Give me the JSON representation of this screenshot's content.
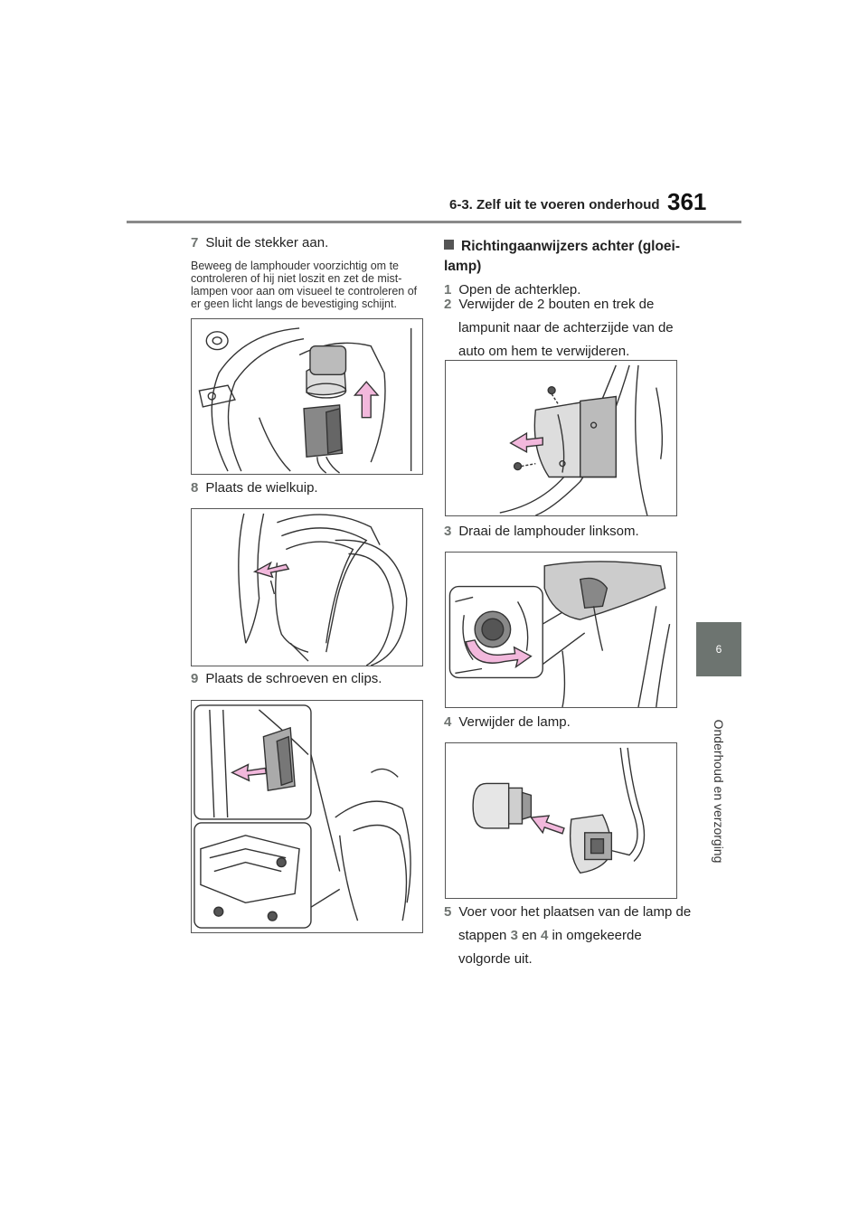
{
  "header": {
    "section": "6-3. Zelf uit te voeren onderhoud",
    "page_number": "361"
  },
  "side": {
    "chapter_number": "6",
    "chapter_title": "Onderhoud en verzorging"
  },
  "left": {
    "step7": {
      "num": "7",
      "text": "Sluit de stekker aan."
    },
    "note": "Beweeg de lamphouder voorzichtig om te controleren of hij niet loszit en zet de mist-lampen voor aan om visueel te controleren of er geen licht langs de bevestiging schijnt.",
    "step8": {
      "num": "8",
      "text": "Plaats de wielkuip."
    },
    "step9": {
      "num": "9",
      "text": "Plaats de schroeven en clips."
    }
  },
  "right": {
    "heading": "Richtingaanwijzers achter (gloei-lamp)",
    "step1": {
      "num": "1",
      "text": "Open de achterklep."
    },
    "step2": {
      "num": "2",
      "text": "Verwijder de 2 bouten en trek de lampunit naar de achterzijde van de auto om hem te verwijderen."
    },
    "step3": {
      "num": "3",
      "text": "Draai de lamphouder linksom."
    },
    "step4": {
      "num": "4",
      "text": "Verwijder de lamp."
    },
    "step5": {
      "num": "5",
      "text_a": "Voer voor het plaatsen van de lamp de stappen",
      "ref_a": "3",
      "text_b": "en",
      "ref_b": "4",
      "text_c": "in omgekeerde volgorde uit."
    }
  },
  "colors": {
    "arrow_fill": "#f2b8dc",
    "line": "#333333",
    "tab": "#6d7470"
  },
  "icons": [
    "arrow-up-icon",
    "arrow-left-icon",
    "rotate-arrow-icon"
  ]
}
